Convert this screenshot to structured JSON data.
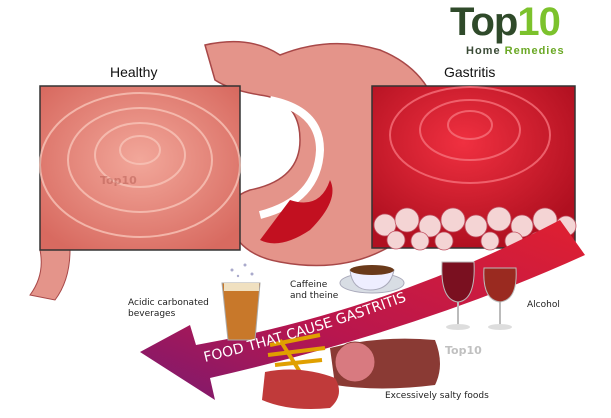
{
  "logo": {
    "top": "Top",
    "num": "10",
    "sub1": "Home",
    "sub2": "Remedies"
  },
  "panels": {
    "healthy": "Healthy",
    "gastritis": "Gastritis"
  },
  "arrow_text": "FOOD THAT CAUSE GASTRITIS",
  "foods": {
    "beverages": [
      "Acidic carbonated",
      "beverages"
    ],
    "caffeine": [
      "Caffeine",
      "and theine"
    ],
    "alcohol": "Alcohol",
    "salty": "Excessively salty foods"
  },
  "watermark": "Top10",
  "colors": {
    "arrow": "#c8184a",
    "arrow_dark": "#8a1a6a",
    "healthy": "#e98a7e",
    "gastritis": "#d8202e",
    "stomach": "#e4948a"
  }
}
